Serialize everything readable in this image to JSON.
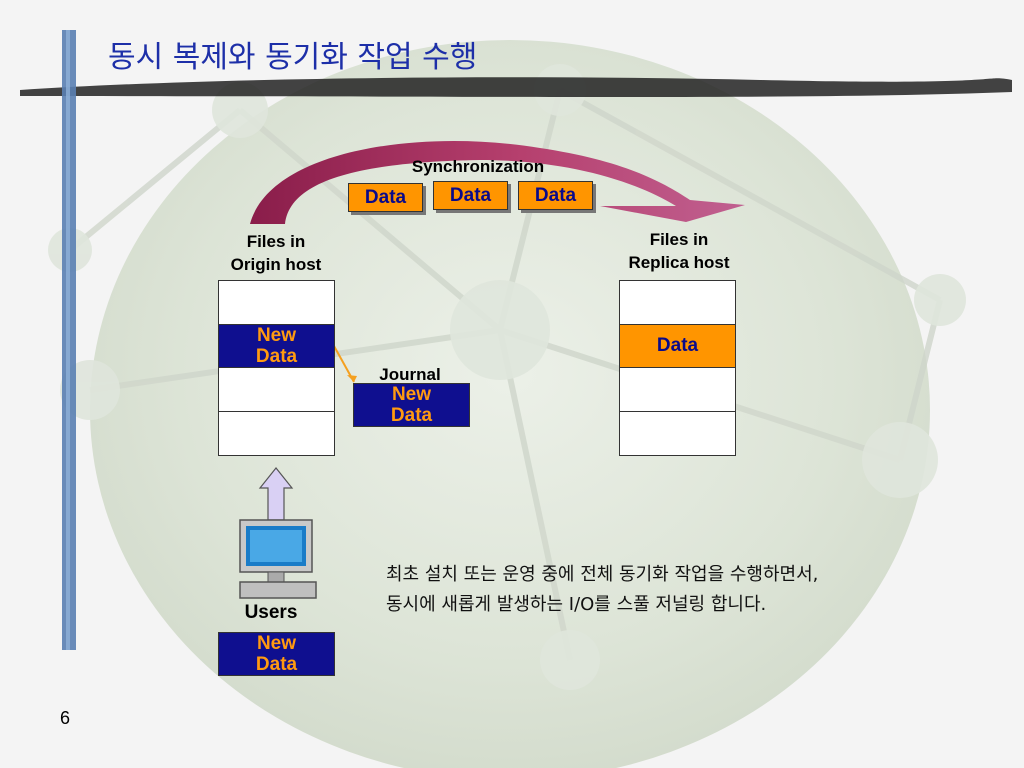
{
  "slide": {
    "title": "동시 복제와 동기화 작업 수행",
    "page_number": "6",
    "description_lines": [
      "최초 설치 또는 운영 중에 전체 동기화 작업을 수행하면서,",
      "동시에 새롭게 발생하는 I/O를 스풀 저널링 합니다."
    ]
  },
  "diagram": {
    "sync_label": "Synchronization",
    "sync_chips": [
      "Data",
      "Data",
      "Data"
    ],
    "origin": {
      "label_line1": "Files in",
      "label_line2": "Origin host",
      "new_data_line1": "New",
      "new_data_line2": "Data"
    },
    "replica": {
      "label_line1": "Files in",
      "label_line2": "Replica host",
      "data_label": "Data"
    },
    "journal": {
      "label": "Journal",
      "line1": "New",
      "line2": "Data"
    },
    "users": {
      "label": "Users",
      "line1": "New",
      "line2": "Data"
    }
  },
  "colors": {
    "title": "#1d2fa8",
    "navy_block": "#0f0f8f",
    "orange_block": "#ff9500",
    "arrow": "#a0305a"
  }
}
